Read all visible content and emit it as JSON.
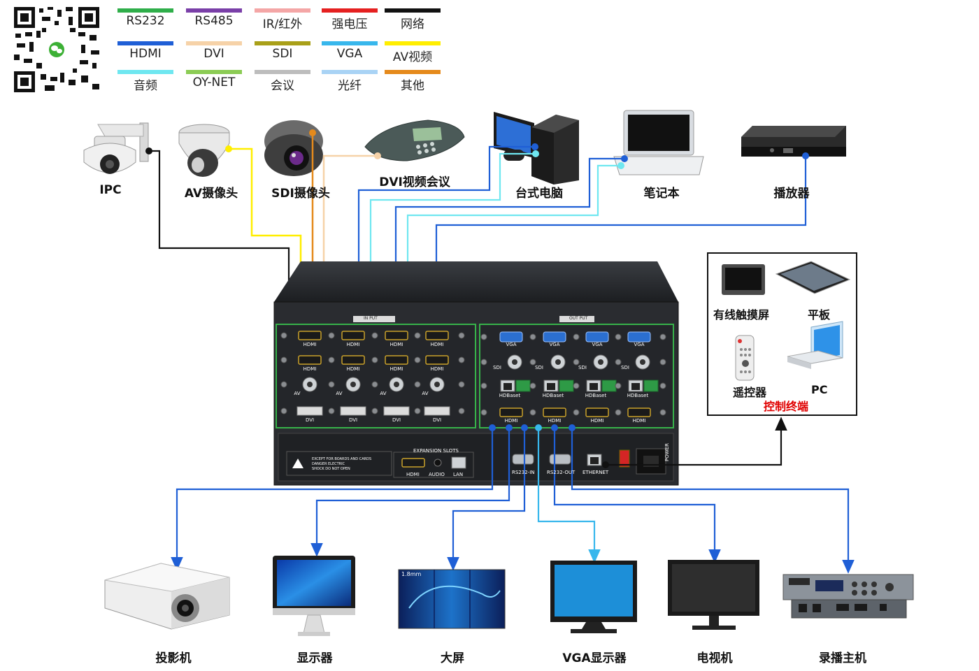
{
  "legend": [
    {
      "label": "RS232",
      "color": "#2fae4a"
    },
    {
      "label": "RS485",
      "color": "#7a3fa8"
    },
    {
      "label": "IR/红外",
      "color": "#f4a6a6"
    },
    {
      "label": "强电压",
      "color": "#e52020"
    },
    {
      "label": "网络",
      "color": "#111111"
    },
    {
      "label": "HDMI",
      "color": "#1f5fd6"
    },
    {
      "label": "DVI",
      "color": "#f6d2a8"
    },
    {
      "label": "SDI",
      "color": "#a9a019"
    },
    {
      "label": "VGA",
      "color": "#38b7ec"
    },
    {
      "label": "AV视频",
      "color": "#ffee00"
    },
    {
      "label": "音频",
      "color": "#6fe7f0"
    },
    {
      "label": "OY-NET",
      "color": "#8ccc55"
    },
    {
      "label": "会议",
      "color": "#bdbdbd"
    },
    {
      "label": "光纤",
      "color": "#a9d3f5"
    },
    {
      "label": "其他",
      "color": "#e58a1c"
    }
  ],
  "inputs": {
    "ipc": "IPC",
    "av_camera": "AV摄像头",
    "sdi_camera": "SDI摄像头",
    "dvi_conference": "DVI视频会议",
    "desktop": "台式电脑",
    "laptop": "笔记本",
    "player": "播放器"
  },
  "outputs": {
    "projector": "投影机",
    "monitor": "显示器",
    "big_screen": "大屏",
    "vga_monitor": "VGA显示器",
    "tv": "电视机",
    "recorder": "录播主机"
  },
  "control": {
    "title": "控制终端",
    "touch_screen": "有线触摸屏",
    "tablet": "平板",
    "remote": "遥控器",
    "pc": "PC"
  },
  "device": {
    "input_title": "IN PUT",
    "output_title": "OUT PUT",
    "hdmi": "HDMI",
    "vga": "VGA",
    "sdi": "SDI",
    "av": "AV",
    "dvi": "DVI",
    "hdbaset": "HDBaset",
    "expansion": "EXPANSION SLOTS",
    "audio": "AUDIO",
    "lan": "LAN",
    "rs232_in": "RS232-IN",
    "rs232_out": "RS232-OUT",
    "ethernet": "ETHERNET",
    "power": "POWER",
    "warning_1": "EXCEPT FOR BOARDS AND CARDS",
    "warning_2": "DANGER ELECTRIC",
    "warning_3": "SHOCK DO NOT OPEN",
    "screen_brand": "1.8mm"
  }
}
